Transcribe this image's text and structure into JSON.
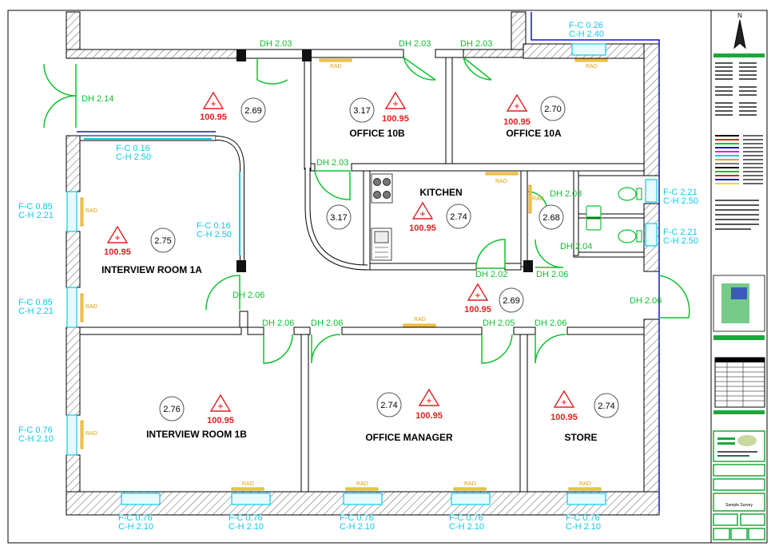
{
  "rooms": {
    "office_10b": "OFFICE 10B",
    "office_10a": "OFFICE 10A",
    "kitchen": "KITCHEN",
    "interview_1a": "INTERVIEW ROOM 1A",
    "interview_1b": "INTERVIEW ROOM 1B",
    "office_manager": "OFFICE MANAGER",
    "store": "STORE"
  },
  "levels": {
    "corridor_top": "100.95",
    "office_10b": "100.95",
    "office_10a": "100.95",
    "kitchen": "100.95",
    "interview_1a": "100.95",
    "corridor_mid": "100.95",
    "interview_1b": "100.95",
    "office_manager": "100.95",
    "store": "100.95"
  },
  "ceiling_heights": {
    "corridor_top": "2.69",
    "office_10b": "3.17",
    "office_10a": "2.70",
    "lobby_curve": "3.17",
    "kitchen": "2.74",
    "wc": "2.68",
    "interview_1a": "2.75",
    "corridor_mid": "2.69",
    "interview_1b": "2.76",
    "office_manager": "2.74",
    "store": "2.74"
  },
  "door_heights": {
    "d1": "DH 2.03",
    "d2": "DH 2.03",
    "d3": "DH 2.03",
    "d4": "DH 2.14",
    "d5": "DH 2.03",
    "d6": "DH 2.03",
    "d7": "DH 2.04",
    "d8": "DH 2.02",
    "d9": "DH 2.06",
    "d10": "DH 2.06",
    "d11": "DH 2.06",
    "d12": "DH 2.06",
    "d13": "DH 2.06",
    "d14": "DH 2.05",
    "d15": "DH 2.06"
  },
  "windows": {
    "w_top_fc": "F-C 0.26",
    "w_top_ch": "C-H 2.40",
    "w_1a_top_fc": "F-C 0.16",
    "w_1a_top_ch": "C-H 2.50",
    "w_1a_curve_fc": "F-C 0.16",
    "w_1a_curve_ch": "C-H 2.50",
    "w_left1_fc": "F-C 0.85",
    "w_left1_ch": "C-H 2.21",
    "w_left2_fc": "F-C 0.85",
    "w_left2_ch": "C-H 2.21",
    "w_left3_fc": "F-C 0.76",
    "w_left3_ch": "C-H 2.10",
    "w_wc1_fc": "F-C 2.21",
    "w_wc1_ch": "C-H 2.50",
    "w_wc2_fc": "F-C 2.21",
    "w_wc2_ch": "C-H 2.50",
    "w_b1_fc": "F-C 0.76",
    "w_b1_ch": "C-H 2.10",
    "w_b2_fc": "F-C 0.76",
    "w_b2_ch": "C-H 2.10",
    "w_b3_fc": "F-C 0.76",
    "w_b3_ch": "C-H 2.10",
    "w_b4_fc": "F-C 0.76",
    "w_b4_ch": "C-H 2.10",
    "w_b5_fc": "F-C 0.76",
    "w_b5_ch": "C-H 2.10"
  },
  "radiator_label": "RAD",
  "title_block": {
    "north": "N",
    "project_title": "Sample Survey"
  },
  "colors": {
    "wall": "#000000",
    "door": "#10c030",
    "window": "#10c8e8",
    "level": "#e0201e",
    "radiator": "#e0a000",
    "boundary": "#1010e0"
  }
}
